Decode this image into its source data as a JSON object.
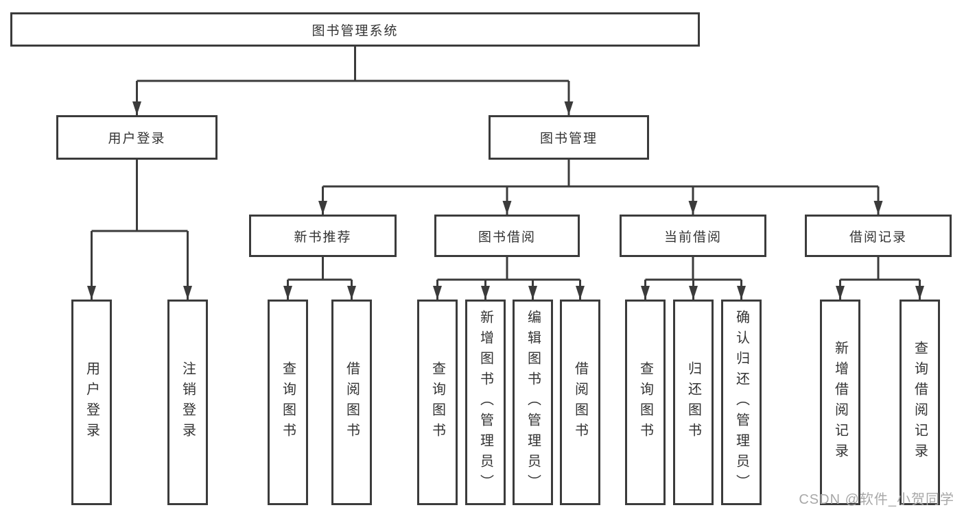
{
  "colors": {
    "line": "#3b3b3b",
    "text": "#333333",
    "background": "#ffffff",
    "watermark": "#a8a8a8"
  },
  "watermark": "CSDN @软件_小贺同学",
  "tree": {
    "label": "图书管理系统",
    "children": [
      {
        "label": "用户登录",
        "children": [
          {
            "label": "用户登录"
          },
          {
            "label": "注销登录"
          }
        ]
      },
      {
        "label": "图书管理",
        "children": [
          {
            "label": "新书推荐",
            "children": [
              {
                "label": "查询图书"
              },
              {
                "label": "借阅图书"
              }
            ]
          },
          {
            "label": "图书借阅",
            "children": [
              {
                "label": "查询图书"
              },
              {
                "label": "新增图书（管理员）"
              },
              {
                "label": "编辑图书（管理员）"
              },
              {
                "label": "借阅图书"
              }
            ]
          },
          {
            "label": "当前借阅",
            "children": [
              {
                "label": "查询图书"
              },
              {
                "label": "归还图书"
              },
              {
                "label": "确认归还（管理员）"
              }
            ]
          },
          {
            "label": "借阅记录",
            "children": [
              {
                "label": "新增借阅记录"
              },
              {
                "label": "查询借阅记录"
              }
            ]
          }
        ]
      }
    ]
  }
}
